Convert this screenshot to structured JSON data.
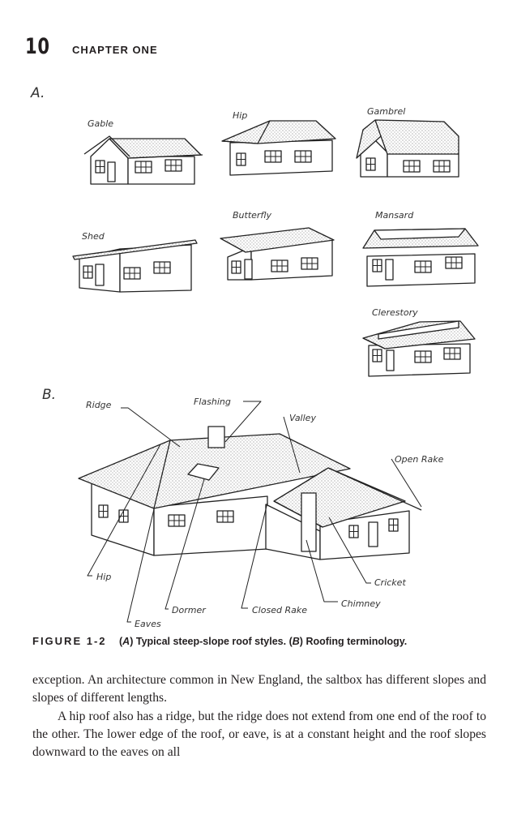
{
  "header": {
    "page_number": "10",
    "chapter": "CHAPTER ONE"
  },
  "figure": {
    "section_a_label": "A.",
    "section_b_label": "B.",
    "roof_styles": [
      "Gable",
      "Hip",
      "Gambrel",
      "Shed",
      "Butterfly",
      "Mansard",
      "Clerestory"
    ],
    "terminology": {
      "ridge": "Ridge",
      "flashing": "Flashing",
      "valley": "Valley",
      "open_rake": "Open Rake",
      "hip": "Hip",
      "cricket": "Cricket",
      "chimney": "Chimney",
      "closed_rake": "Closed Rake",
      "dormer": "Dormer",
      "eaves": "Eaves"
    },
    "caption": {
      "number": "FIGURE 1-2",
      "a_letter": "A",
      "a_text": "Typical steep-slope roof styles.",
      "b_letter": "B",
      "b_text": "Roofing terminology."
    }
  },
  "body": {
    "p1": "exception. An architecture common in New England, the saltbox has different slopes and slopes of different lengths.",
    "p2": "A hip roof also has a ridge, but the ridge does not extend from one end of the roof to the other. The lower edge of the roof, or eave, is at a constant height and the roof slopes downward to the eaves on all"
  }
}
